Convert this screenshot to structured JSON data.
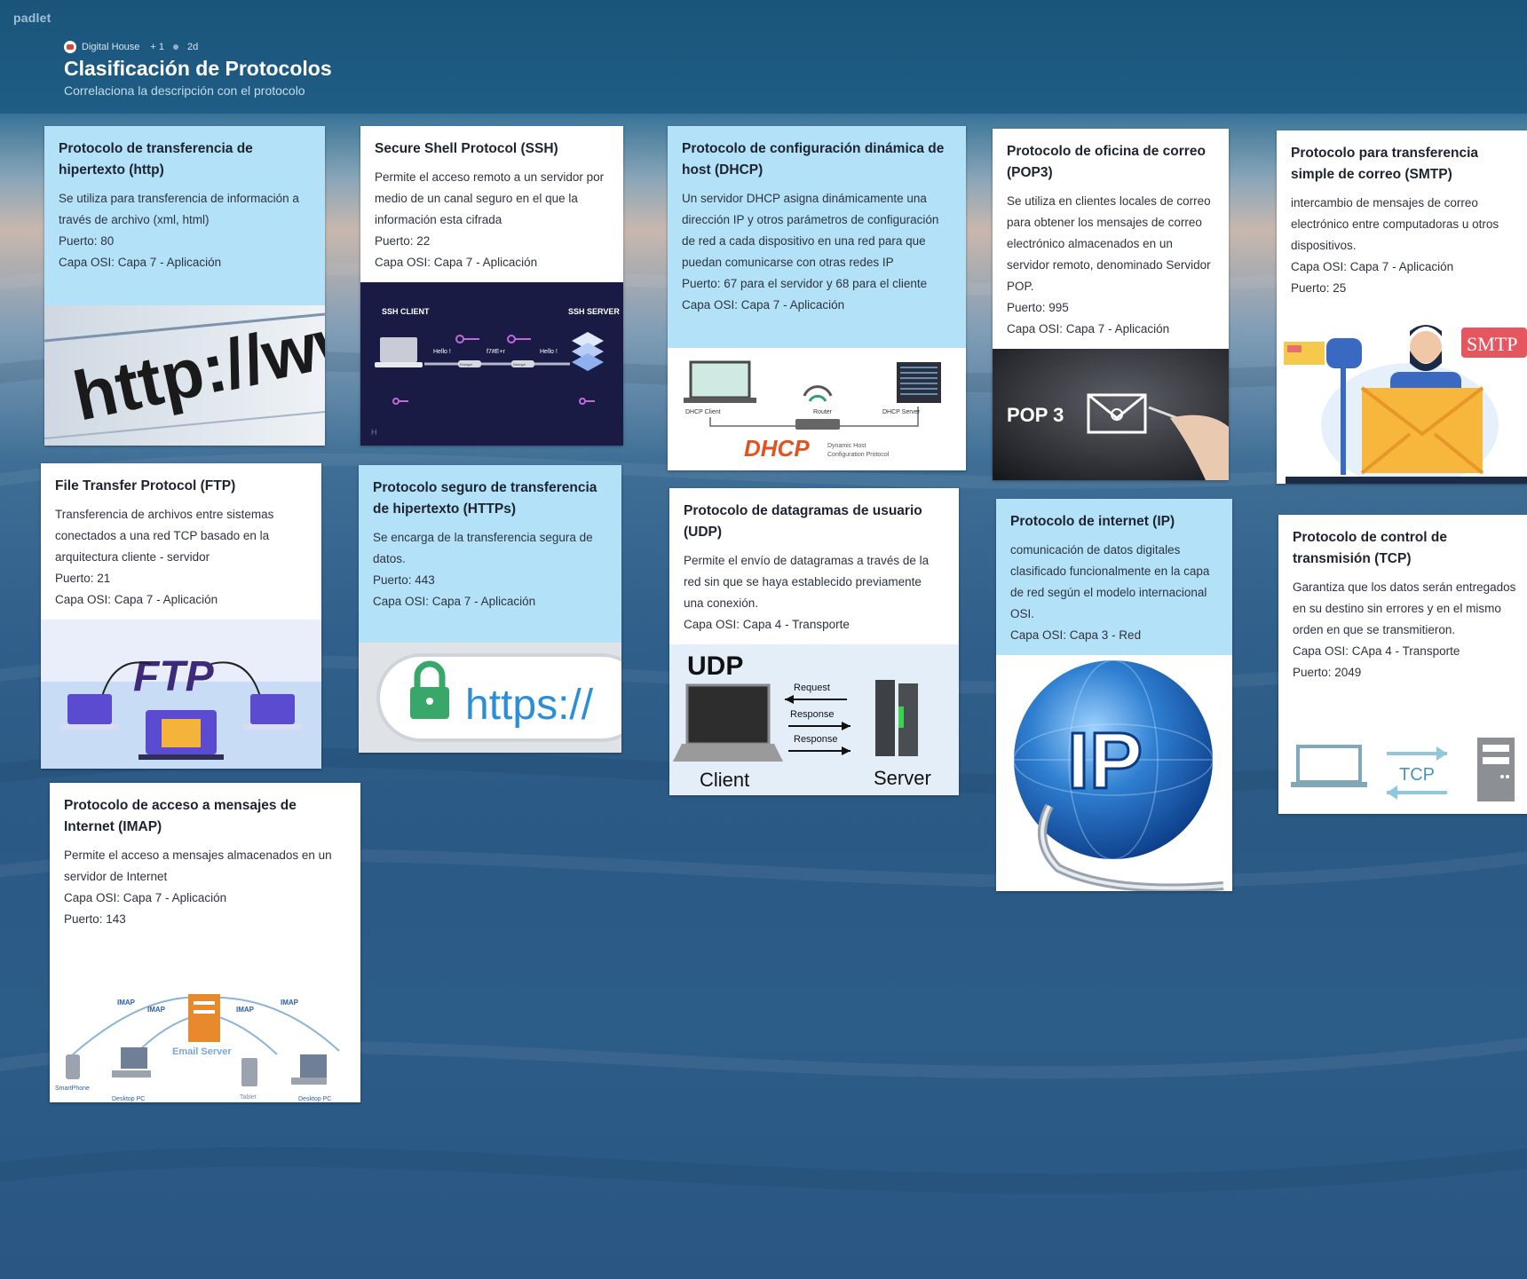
{
  "app": {
    "brand": "padlet"
  },
  "header": {
    "author": "Digital House",
    "plus": "+ 1",
    "age": "2d",
    "title": "Clasificación de Protocolos",
    "subtitle": "Correlaciona la descripción con el protocolo"
  },
  "colors": {
    "header_bg": "#1d5a82",
    "card_blue": "#b3e1f7",
    "card_white": "#ffffff"
  },
  "cards": {
    "http": {
      "title": "Protocolo de transferencia de hipertexto (http)",
      "lines": [
        "Se utiliza para transferencia de información a través de archivo (xml, html)",
        "Puerto: 80",
        "Capa OSI: Capa 7 - Aplicación"
      ],
      "image_text": "http://ww"
    },
    "ssh": {
      "title": "Secure Shell Protocol (SSH)",
      "lines": [
        "Permite el acceso remoto a un servidor por medio de un canal seguro en el que la información esta cifrada",
        "Puerto: 22",
        "Capa OSI: Capa 7 - Aplicación"
      ],
      "image": {
        "client": "SSH CLIENT",
        "server": "SSH SERVER",
        "hello1": "Hello !",
        "cipher": "f7#E+r",
        "hello2": "Hello !",
        "encrypt": "Encrypt",
        "decrypt": "Decrypt"
      }
    },
    "dhcp": {
      "title": "Protocolo de configuración dinámica de host (DHCP)",
      "lines": [
        "Un servidor DHCP asigna dinámicamente una dirección IP y otros parámetros de configuración de red a cada dispositivo en una red para que puedan comunicarse con otras redes IP",
        "Puerto: 67 para el servidor y 68 para el cliente",
        "Capa OSI: Capa 7 - Aplicación"
      ],
      "image": {
        "client": "DHCP Client",
        "router": "Router",
        "server": "DHCP Server",
        "logo": "DHCP",
        "tag1": "Dynamic Host",
        "tag2": "Configuration Protocol"
      }
    },
    "pop3": {
      "title": "Protocolo de oficina de correo (POP3)",
      "lines": [
        "Se utiliza en clientes locales de correo para obtener los mensajes de correo electrónico almacenados en un servidor remoto, denominado Servidor POP.",
        "Puerto: 995",
        "Capa OSI: Capa 7 - Aplicación"
      ],
      "image_text": "POP 3"
    },
    "smtp": {
      "title": "Protocolo para transferencia simple de correo (SMTP)",
      "lines": [
        "intercambio de mensajes de correo electrónico entre computadoras u otros dispositivos.",
        "Capa OSI: Capa 7 - Aplicación",
        "Puerto: 25"
      ],
      "image_text": "SMTP"
    },
    "ftp": {
      "title": "File Transfer Protocol (FTP)",
      "lines": [
        "Transferencia de archivos entre sistemas conectados a una red TCP basado en la arquitectura cliente - servidor",
        "Puerto: 21",
        "Capa OSI: Capa 7 - Aplicación"
      ],
      "image_text": "FTP"
    },
    "https": {
      "title": "Protocolo seguro de transferencia de hipertexto (HTTPs)",
      "lines": [
        "Se encarga de la transferencia segura de datos.",
        "Puerto: 443",
        "Capa OSI: Capa 7 - Aplicación"
      ],
      "image_text": "https://"
    },
    "udp": {
      "title": "Protocolo de datagramas de usuario (UDP)",
      "lines": [
        "Permite el envío de datagramas a través de la red sin que se haya establecido previamente una conexión.",
        "Capa OSI: Capa 4 - Transporte"
      ],
      "image": {
        "logo": "UDP",
        "request": "Request",
        "response1": "Response",
        "response2": "Response",
        "client": "Client",
        "server": "Server"
      }
    },
    "ip": {
      "title": "Protocolo de internet (IP)",
      "lines": [
        "comunicación de datos digitales clasificado funcionalmente en la capa de red según el modelo internacional OSI.",
        "Capa OSI: Capa 3 - Red"
      ],
      "image_text": "IP"
    },
    "tcp": {
      "title": "Protocolo de control de transmisión (TCP)",
      "lines": [
        "Garantiza que los datos serán entregados en su destino sin errores y en el mismo orden en que se transmitieron.",
        "Capa OSI: CApa 4 - Transporte",
        "Puerto: 2049"
      ],
      "image_text": "TCP"
    },
    "imap": {
      "title": "Protocolo de acceso a mensajes de Internet (IMAP)",
      "lines": [
        "Permite el acceso a mensajes almacenados en un servidor de Internet",
        "Capa OSI: Capa 7 - Aplicación",
        "Puerto: 143"
      ],
      "image": {
        "imap": "IMAP",
        "email_server": "Email Server",
        "smartphone": "SmartPhone",
        "desktop1": "Desktop PC",
        "tablet": "Tablet",
        "desktop2": "Desktop PC"
      }
    }
  }
}
